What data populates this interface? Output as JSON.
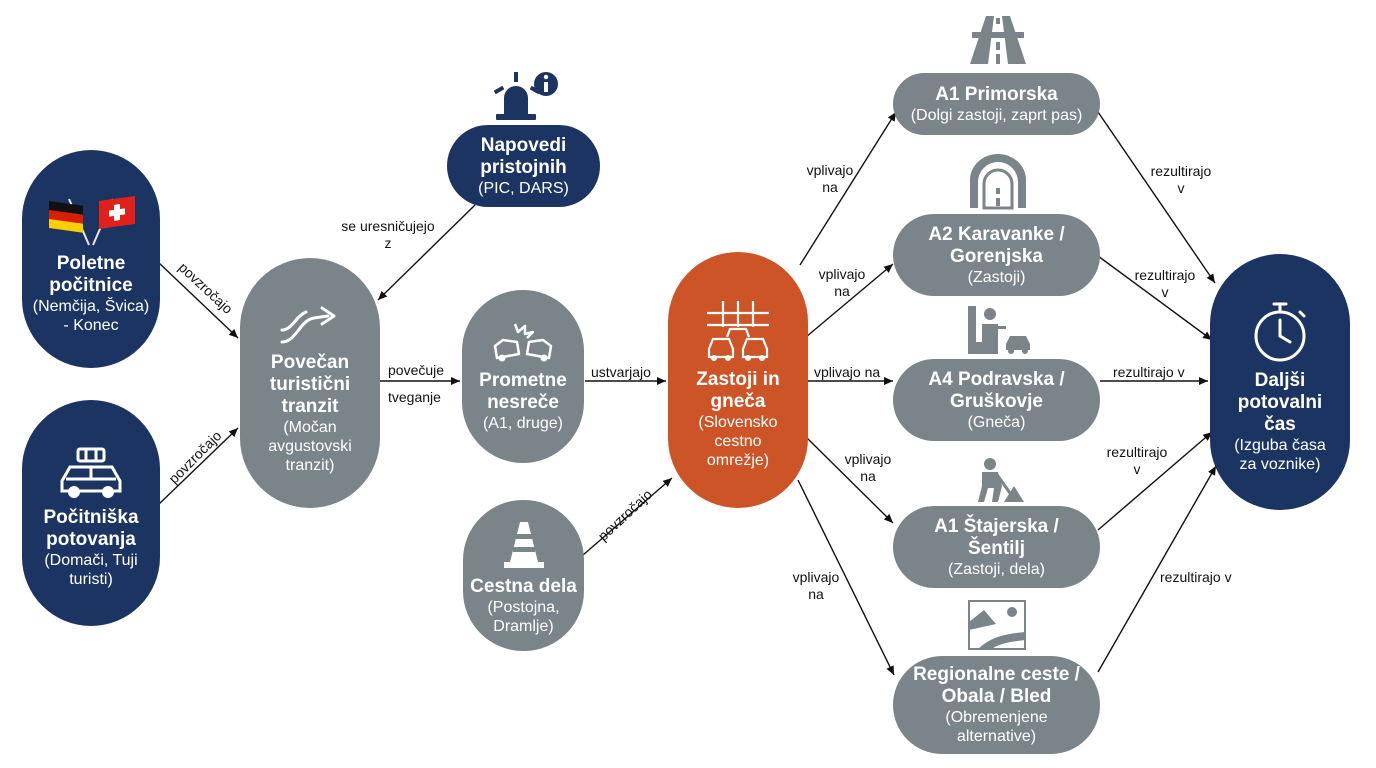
{
  "nodes": {
    "poletne": {
      "title": "Poletne počitnice",
      "sub": "(Nemčija, Švica) - Konec"
    },
    "pocitniska": {
      "title": "Počitniška potovanja",
      "sub": "(Domači, Tuji turisti)"
    },
    "povecan": {
      "title": "Povečan turistični tranzit",
      "sub": "(Močan avgustovski tranzit)"
    },
    "napovedi": {
      "title": "Napovedi pristojnih",
      "sub": "(PIC, DARS)"
    },
    "prometne": {
      "title": "Prometne nesreče",
      "sub": "(A1, druge)"
    },
    "cestna": {
      "title": "Cestna dela",
      "sub": "(Postojna, Dramlje)"
    },
    "zastoji": {
      "title": "Zastoji in gneča",
      "sub": "(Slovensko cestno omrežje)"
    },
    "a1p": {
      "title": "A1 Primorska",
      "sub": "(Dolgi zastoji, zaprt pas)"
    },
    "a2": {
      "title": "A2 Karavanke / Gorenjska",
      "sub": "(Zastoji)"
    },
    "a4": {
      "title": "A4 Podravska / Gruškovje",
      "sub": "(Gneča)"
    },
    "a1s": {
      "title": "A1 Štajerska / Šentilj",
      "sub": "(Zastoji, dela)"
    },
    "regionalne": {
      "title": "Regionalne ceste / Obala / Bled",
      "sub": "(Obremenjene alternative)"
    },
    "dalji": {
      "title": "Daljši potovalni čas",
      "sub": "(Izguba časa za voznike)"
    }
  },
  "edges": {
    "povzrocajo": "povzročajo",
    "se_uresnicujejo": "se uresničujejo z",
    "povecuje": "povečuje",
    "tveganje": "tveganje",
    "ustvarjajo": "ustvarjajo",
    "vplivajo_na": "vplivajo na",
    "rezultirajo_v": "rezultirajo v"
  },
  "icons": {
    "poletne": "flags-de-ch-icon",
    "pocitniska": "car-luggage-icon",
    "povecan": "trend-arrow-icon",
    "napovedi": "siren-info-icon",
    "prometne": "car-crash-icon",
    "cestna": "traffic-cone-icon",
    "zastoji": "traffic-jam-icon",
    "a1p": "highway-icon",
    "a2": "tunnel-icon",
    "a4": "border-checkpoint-icon",
    "a1s": "road-worker-icon",
    "regionalne": "coastal-road-icon",
    "dalji": "stopwatch-icon"
  },
  "colors": {
    "source": "#1c3462",
    "intermediate": "#7a8489",
    "central": "#cc5427",
    "outcome": "#1c3462"
  }
}
